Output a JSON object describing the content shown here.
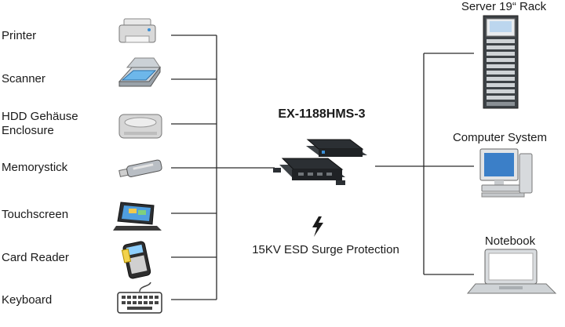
{
  "devices_left": [
    {
      "label": "Printer",
      "icon": "printer-icon"
    },
    {
      "label": "Scanner",
      "icon": "scanner-icon"
    },
    {
      "label": "HDD Gehäuse\nEnclosure",
      "icon": "hdd-enclosure-icon"
    },
    {
      "label": "Memorystick",
      "icon": "usb-stick-icon"
    },
    {
      "label": "Touchscreen",
      "icon": "touchscreen-icon"
    },
    {
      "label": "Card Reader",
      "icon": "card-reader-icon"
    },
    {
      "label": "Keyboard",
      "icon": "keyboard-icon"
    }
  ],
  "hub": {
    "model": "EX-1188HMS-3",
    "icon": "usb-hub-icon"
  },
  "protection": {
    "label": "15KV ESD Surge Protection",
    "icon": "lightning-icon"
  },
  "devices_right": [
    {
      "label": "Server 19“ Rack",
      "icon": "server-rack-icon"
    },
    {
      "label": "Computer System",
      "icon": "computer-icon"
    },
    {
      "label": "Notebook",
      "icon": "notebook-icon"
    }
  ],
  "colors": {
    "line": "#2a2a2a",
    "device_dark": "#2b2f33",
    "accent_blue": "#3b8fd6"
  }
}
